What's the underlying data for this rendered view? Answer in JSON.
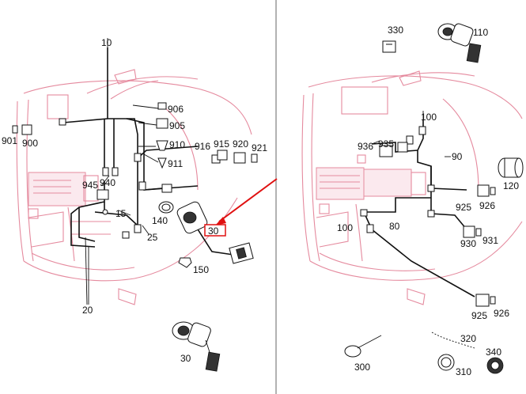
{
  "left_panel": {
    "labels": [
      "10",
      "906",
      "905",
      "910",
      "911",
      "916",
      "915",
      "920",
      "921",
      "901",
      "900",
      "945",
      "940",
      "15",
      "140",
      "25",
      "30",
      "150",
      "20",
      "30"
    ],
    "highlighted_label": "30",
    "arrow_color": "#e01010"
  },
  "right_panel": {
    "labels": [
      "330",
      "110",
      "100",
      "936",
      "935",
      "90",
      "120",
      "925",
      "926",
      "100",
      "80",
      "930",
      "931",
      "925",
      "926",
      "320",
      "300",
      "310",
      "340"
    ]
  },
  "colors": {
    "vehicle_outline": "#e58a9e",
    "wiring": "#111111",
    "divider": "#666666"
  }
}
